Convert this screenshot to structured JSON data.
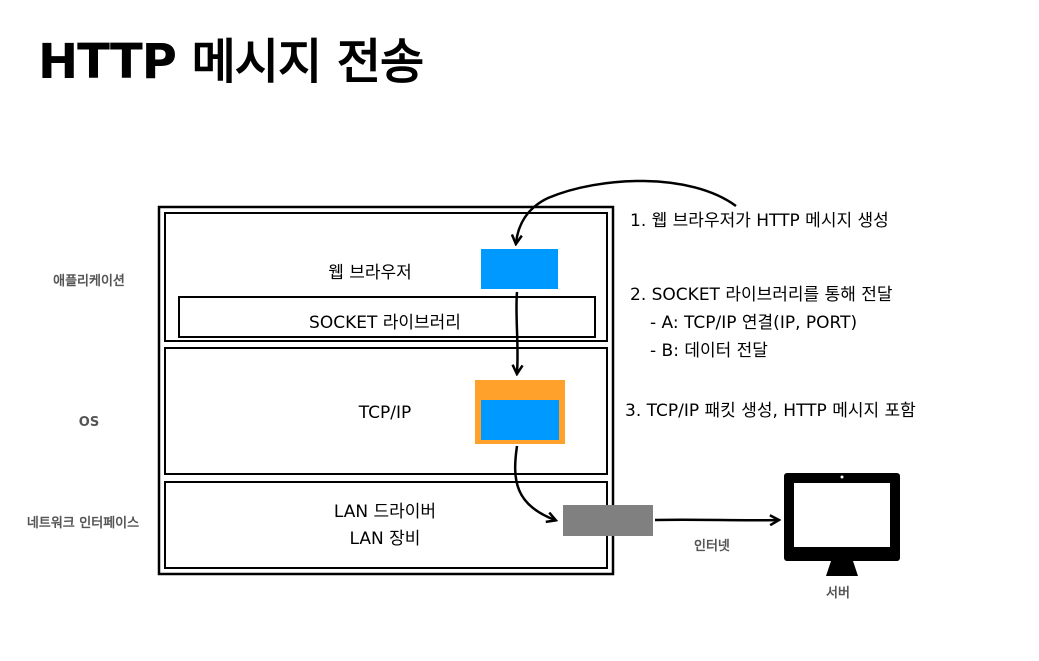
{
  "title": "HTTP 메시지 전송",
  "layers": {
    "application": "애플리케이션",
    "os": "OS",
    "network_interface": "네트워크 인터페이스"
  },
  "boxes": {
    "browser": "웹 브라우저",
    "socket": "SOCKET 라이브러리",
    "tcpip": "TCP/IP",
    "lan_driver": "LAN 드라이버",
    "lan_device": "LAN 장비"
  },
  "steps": {
    "step1": "1. 웹 브라우저가 HTTP 메시지 생성",
    "step2": "2. SOCKET 라이브러리를 통해 전달",
    "step2a": "- A: TCP/IP 연결(IP, PORT)",
    "step2b": "- B: 데이터 전달",
    "step3": "3. TCP/IP 패킷 생성, HTTP 메시지 포함"
  },
  "internet_label": "인터넷",
  "server_label": "서버",
  "colors": {
    "message": "#0099ff",
    "packet": "#ffa12b",
    "lan_block": "#808080",
    "stroke": "#000000"
  }
}
